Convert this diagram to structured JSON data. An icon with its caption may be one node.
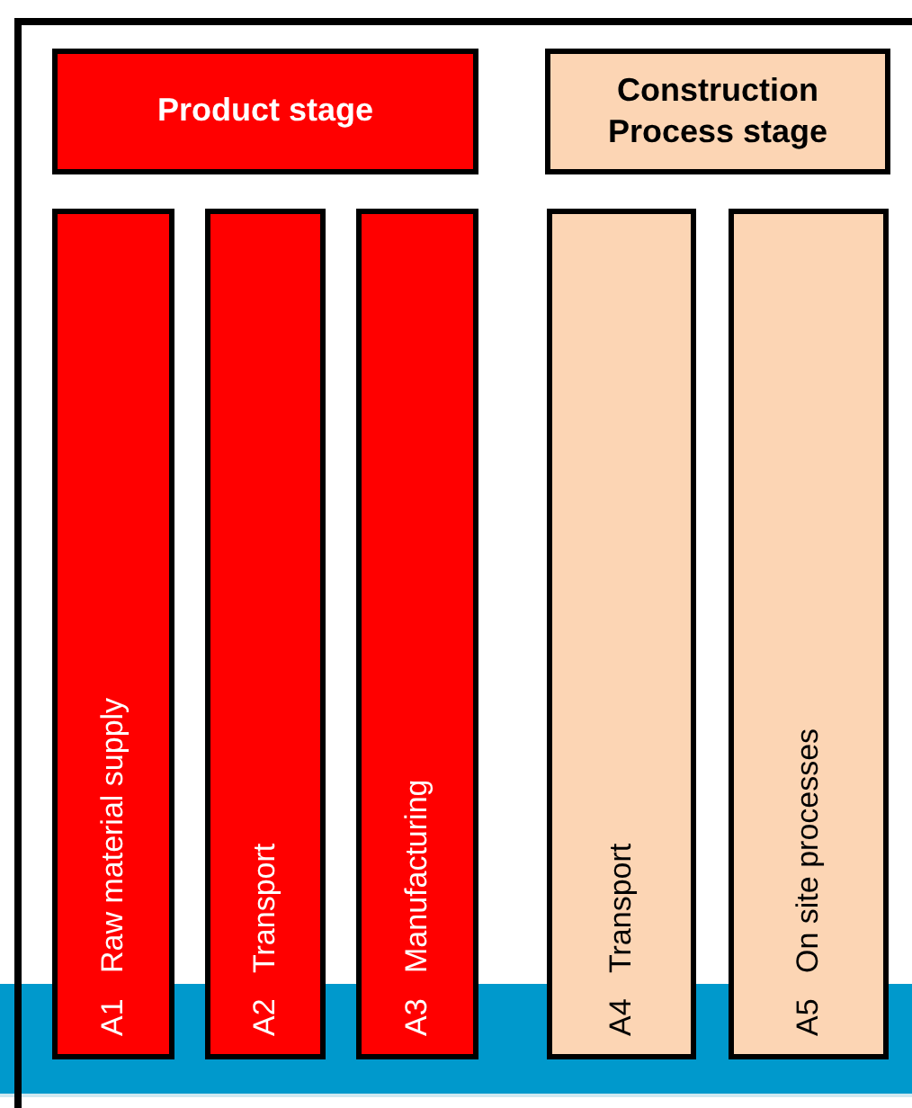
{
  "diagram": {
    "nodes": [
      {
        "text": [
          "Product stage"
        ]
      },
      {
        "text": [
          "Construction Process stage"
        ]
      },
      {
        "text": [
          "A1",
          "Raw material supply"
        ]
      },
      {
        "text": [
          "A2",
          "Transport"
        ]
      },
      {
        "text": [
          "A3",
          "Manufacturing"
        ]
      },
      {
        "text": [
          "A4",
          "Transport"
        ]
      },
      {
        "text": [
          "A5",
          "On site processes"
        ]
      }
    ]
  }
}
